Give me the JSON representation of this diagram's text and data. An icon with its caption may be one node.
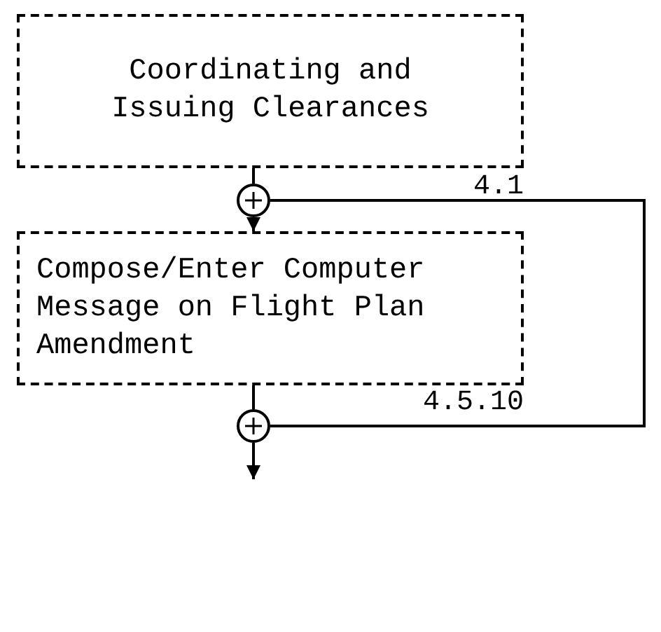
{
  "diagram": {
    "nodes": [
      {
        "text": [
          "Coordinating and Issuing Clearances"
        ]
      },
      {
        "text": [],
        "shape": "circle"
      },
      {
        "text": [
          "Compose/Enter Computer Message on Flight Plan Amendment"
        ]
      },
      {
        "text": [],
        "shape": "circle"
      }
    ],
    "edges": [
      {
        "from": 0,
        "to": 1,
        "arrow": "none"
      },
      {
        "from": 1,
        "to": 2,
        "arrow": "to"
      },
      {
        "from": 1,
        "to": 3,
        "arrow": "none"
      },
      {
        "from": 2,
        "to": 3,
        "arrow": "none"
      },
      {
        "from": 3,
        "to": null,
        "arrow": "to"
      }
    ],
    "labels": [
      "4.1",
      "4.5.10"
    ]
  }
}
